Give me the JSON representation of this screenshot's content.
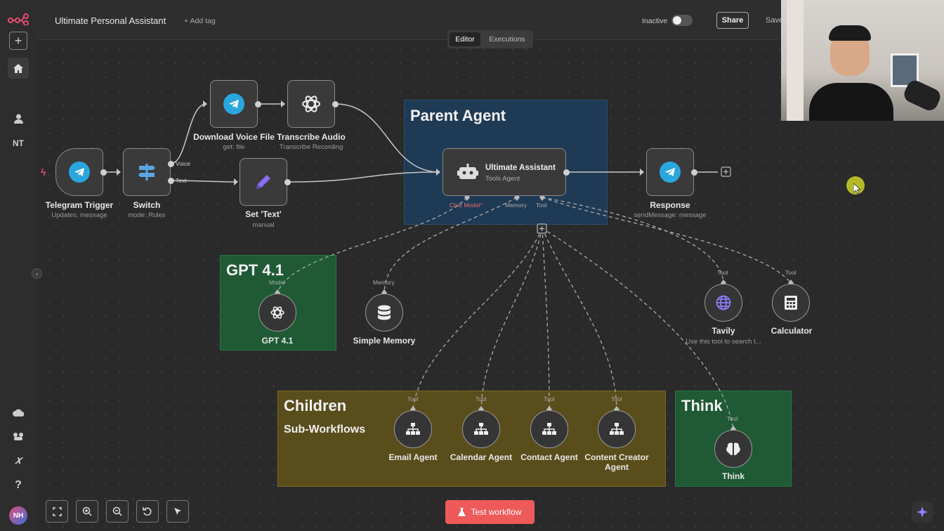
{
  "header": {
    "workflow_name": "Ultimate Personal Assistant",
    "add_tag": "+ Add tag",
    "inactive_label": "Inactive",
    "share": "Share",
    "save": "Save"
  },
  "tabs": [
    {
      "label": "Editor",
      "active": true
    },
    {
      "label": "Executions",
      "active": false
    }
  ],
  "sidebar": {
    "initials": "NT",
    "avatar": "NH"
  },
  "nodes": {
    "telegram_trigger": {
      "label": "Telegram Trigger",
      "sub": "Updates: message"
    },
    "switch": {
      "label": "Switch",
      "sub": "mode: Rules",
      "out_voice": "Voice",
      "out_text": "Text"
    },
    "download": {
      "label": "Download Voice File",
      "sub": "get: file"
    },
    "transcribe": {
      "label": "Transcribe Audio",
      "sub": "Transcribe Recording"
    },
    "set_text": {
      "label": "Set 'Text'",
      "sub": "manual"
    },
    "agent": {
      "label": "Ultimate Assistant",
      "sub": "Tools Agent",
      "port_chat": "Chat Model*",
      "port_memory": "Memory",
      "port_tool": "Tool"
    },
    "response": {
      "label": "Response",
      "sub": "sendMessage: message"
    },
    "gpt": {
      "label": "GPT 4.1",
      "port": "Model"
    },
    "memory": {
      "label": "Simple Memory",
      "port": "Memory"
    },
    "tavily": {
      "label": "Tavily",
      "sub": "Use this tool to search t...",
      "port": "Tool"
    },
    "calculator": {
      "label": "Calculator",
      "port": "Tool"
    },
    "email": {
      "label": "Email Agent",
      "port": "Tool"
    },
    "calendar": {
      "label": "Calendar Agent",
      "port": "Tool"
    },
    "contact": {
      "label": "Contact Agent",
      "port": "Tool"
    },
    "content": {
      "label": "Content Creator Agent",
      "port": "Tool"
    },
    "think": {
      "label": "Think",
      "port": "Tool"
    }
  },
  "stickies": {
    "parent": "Parent Agent",
    "gpt": "GPT 4.1",
    "children": "Children",
    "children_sub": "Sub-Workflows",
    "think": "Think"
  },
  "bottom": {
    "test": "Test workflow"
  },
  "colors": {
    "accent": "#ea4b71",
    "test_button": "#ee5a5a",
    "telegram": "#2aa6df",
    "parent_sticky": "#1f3a55",
    "green_sticky": "#1f5a35",
    "children_sticky": "#5a4d1c"
  }
}
